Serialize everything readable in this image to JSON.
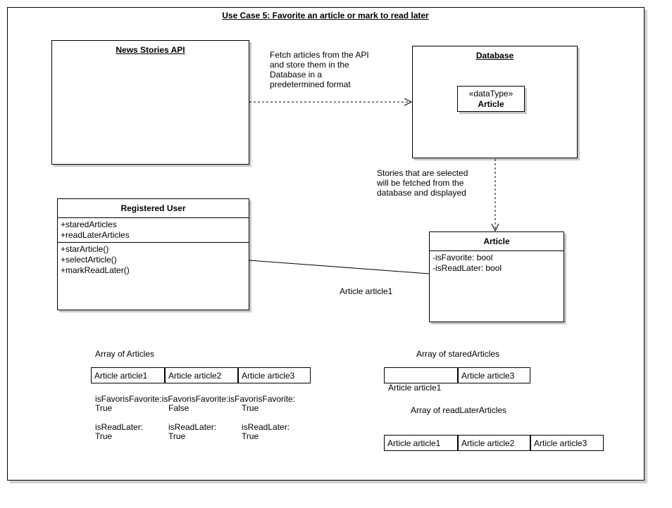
{
  "title": "Use Case 5: Favorite an article or mark to read later",
  "news_api": {
    "name": "News Stories API"
  },
  "database": {
    "name": "Database",
    "inner": {
      "stereotype": "«dataType»",
      "name": "Article"
    }
  },
  "notes": {
    "fetch": [
      "Fetch articles from the API",
      "and store them in the",
      "Database in a",
      "predetermined format"
    ],
    "stories": [
      "Stories that are selected",
      "will be fetched from the",
      "database and displayed"
    ],
    "association": "Article article1"
  },
  "registered_user": {
    "name": "Registered User",
    "attributes": [
      "+staredArticles",
      "+readLaterArticles"
    ],
    "operations": [
      "+starArticle()",
      "+selectArticle()",
      "+markReadLater()"
    ]
  },
  "article_class": {
    "name": "Article",
    "attributes": [
      "-isFavorite: bool",
      "-isReadLater: bool"
    ]
  },
  "array_articles": {
    "label": "Array of Articles",
    "cells": [
      "Article article1",
      "Article article2",
      "Article article3"
    ],
    "favorite": [
      [
        "isFavorisFavorite:isFavorisFavorite:isFavorisFavorite:"
      ],
      [
        "True",
        "False",
        "True"
      ]
    ],
    "readlater_label": "isReadLater:",
    "readlater_values": [
      "True",
      "True",
      "True"
    ]
  },
  "array_stared": {
    "label": "Array of staredArticles",
    "cells": [
      "",
      "Article article3"
    ],
    "overflow": "Article article1"
  },
  "array_readlater": {
    "label": "Array of readLaterArticles",
    "cells": [
      "Article article1",
      "Article article2",
      "Article article3"
    ]
  }
}
